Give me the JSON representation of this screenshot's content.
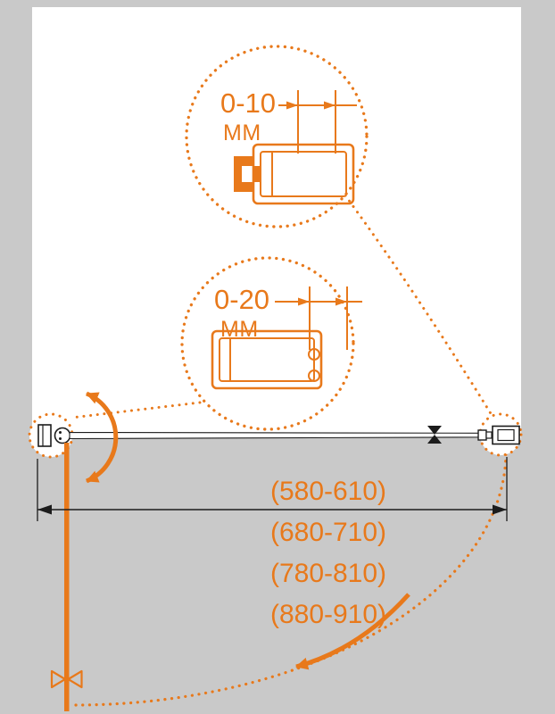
{
  "colors": {
    "accent": "#e8791b",
    "background": "#c9c9c9",
    "panel": "#ffffff",
    "ink": "#1c1c1c"
  },
  "detail_callouts": {
    "top": {
      "range": "0-10",
      "unit": "MM"
    },
    "middle": {
      "range": "0-20",
      "unit": "MM"
    }
  },
  "width_ranges": [
    "(580-610)",
    "(680-710)",
    "(780-810)",
    "(880-910)"
  ]
}
